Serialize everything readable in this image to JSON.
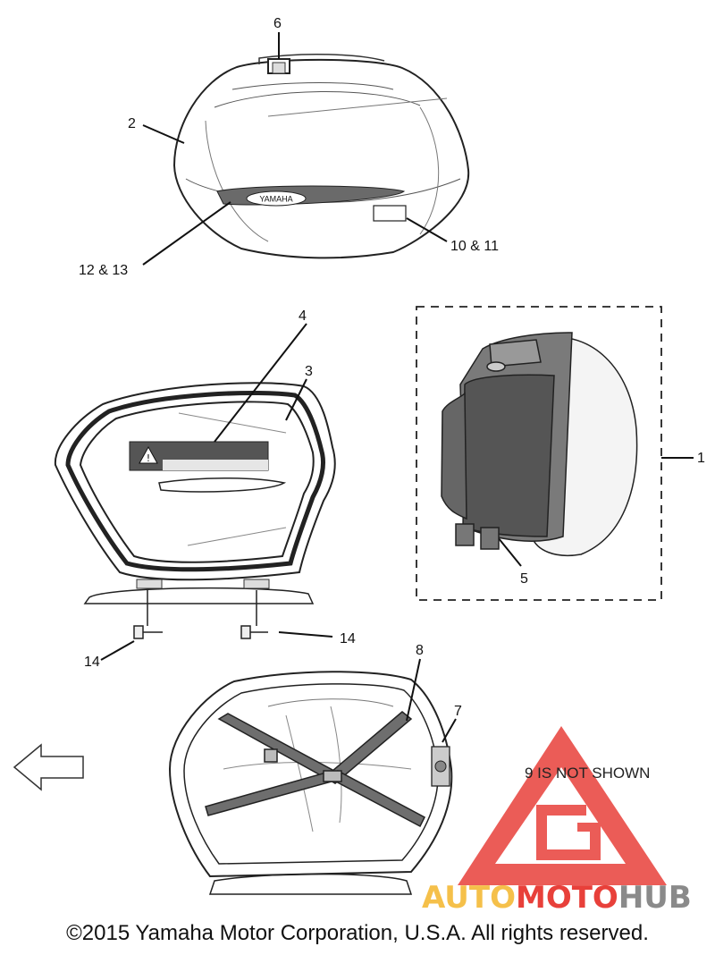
{
  "callouts": {
    "c1": "1",
    "c2": "2",
    "c3": "3",
    "c4": "4",
    "c5": "5",
    "c6": "6",
    "c7": "7",
    "c8": "8",
    "c10_11": "10 & 11",
    "c12_13": "12 & 13",
    "c14a": "14",
    "c14b": "14"
  },
  "emblem_text": "YAMAHA",
  "note": "9 IS NOT SHOWN",
  "watermark": {
    "part1": "AUTO",
    "part2": "MOTO",
    "part3": "HUB",
    "colors": {
      "triangle": "#e8403a",
      "auto": "#f5c04a",
      "moto": "#e8403a",
      "hub": "#8a8a8a"
    }
  },
  "copyright": "©2015 Yamaha Motor Corporation, U.S.A. All rights reserved."
}
